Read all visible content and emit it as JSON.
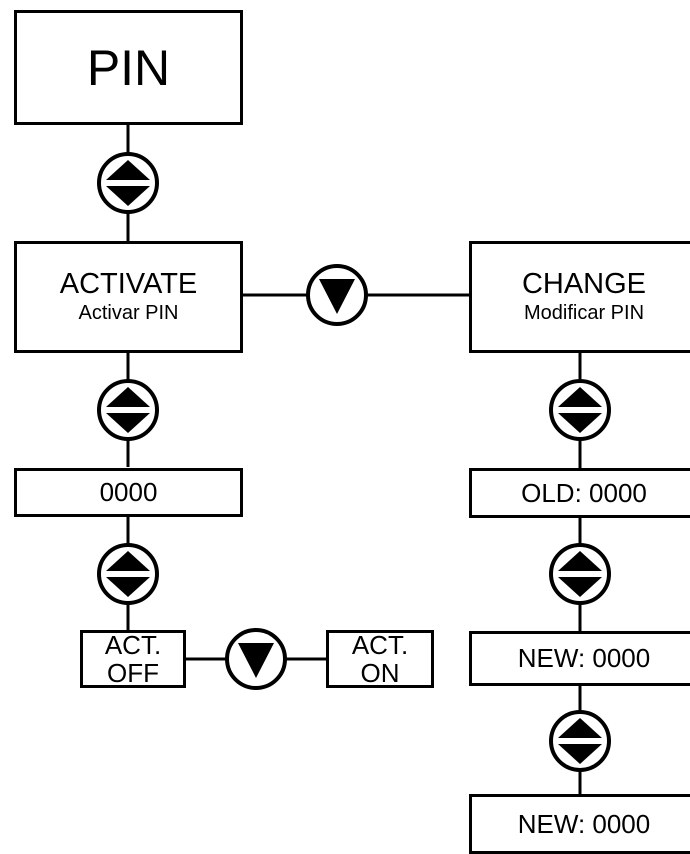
{
  "nodes": {
    "pin": "PIN",
    "activate": {
      "title": "ACTIVATE",
      "subtitle": "Activar PIN"
    },
    "change": {
      "title": "CHANGE",
      "subtitle": "Modificar PIN"
    },
    "activate_value": "0000",
    "act_off": {
      "line1": "ACT.",
      "line2": "OFF"
    },
    "act_on": {
      "line1": "ACT.",
      "line2": "ON"
    },
    "old_value": "OLD: 0000",
    "new_value_1": "NEW: 0000",
    "new_value_2": "NEW: 0000"
  },
  "icons": {
    "up_down": "up-down-arrow-icon",
    "down": "down-arrow-icon"
  }
}
